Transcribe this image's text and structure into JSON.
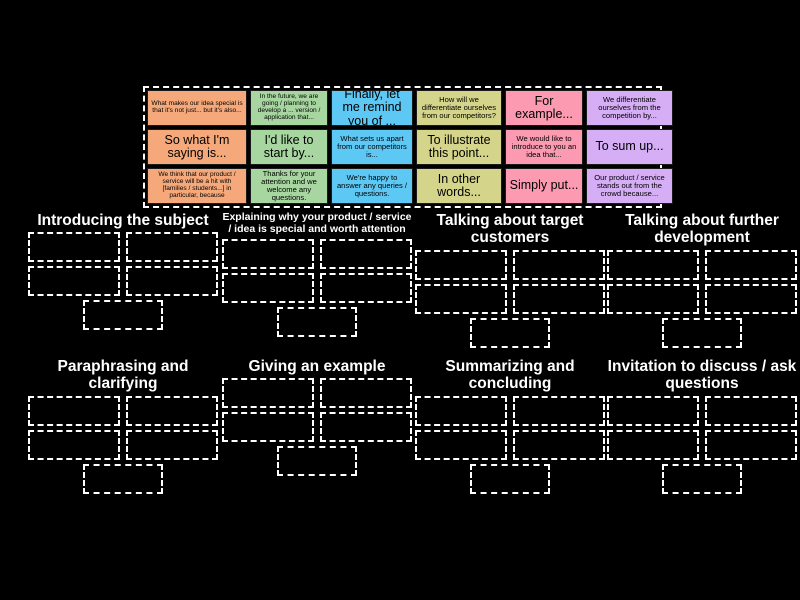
{
  "page": {
    "background_color": "#000000",
    "title": "Presentation phrases sorting activity"
  },
  "tile_bank": {
    "border_color": "#ffffff",
    "columns": [
      {
        "color": "#f5a97a",
        "tiles": [
          {
            "text": "What makes our idea special is that it's not just... but it's also...",
            "size": "small"
          },
          {
            "text": "So what I'm saying is...",
            "size": "big"
          },
          {
            "text": "We think that our product / service will be a hit with [families / students...] in particular, because",
            "size": "small"
          }
        ]
      },
      {
        "color": "#a7d6a0",
        "tiles": [
          {
            "text": "In the future, we are going / planning to develop a ... version / application that...",
            "size": "small"
          },
          {
            "text": "I'd like to start by...",
            "size": "big"
          },
          {
            "text": "Thanks for your attention and we welcome any questions.",
            "size": "mid"
          }
        ]
      },
      {
        "color": "#5ec8f5",
        "tiles": [
          {
            "text": "Finally, let me remind you of ...",
            "size": "big"
          },
          {
            "text": "What sets us apart from our competitors is...",
            "size": "mid"
          },
          {
            "text": "We're happy to answer any queries / questions.",
            "size": "mid"
          }
        ]
      },
      {
        "color": "#d4d48a",
        "tiles": [
          {
            "text": "How will we differentiate ourselves from our competitors?",
            "size": "mid"
          },
          {
            "text": "To illustrate this point...",
            "size": "big"
          },
          {
            "text": "In other words...",
            "size": "big"
          }
        ]
      },
      {
        "color": "#fb9ab0",
        "tiles": [
          {
            "text": "For example...",
            "size": "big"
          },
          {
            "text": "We would like to introduce to you an idea that...",
            "size": "mid"
          },
          {
            "text": "Simply put...",
            "size": "big"
          }
        ]
      },
      {
        "color": "#d5aef5",
        "tiles": [
          {
            "text": "We differentiate ourselves from the competition by...",
            "size": "mid"
          },
          {
            "text": "To sum up...",
            "size": "big"
          },
          {
            "text": "Our product / service stands out from the crowd because...",
            "size": "mid"
          }
        ]
      }
    ]
  },
  "groups": [
    {
      "title": "Introducing the subject",
      "title_size": "t-lg",
      "zone_count": 5
    },
    {
      "title": "Explaining why your product / service / idea is special and worth attention",
      "title_size": "t-sm",
      "zone_count": 5
    },
    {
      "title": "Talking about target customers",
      "title_size": "t-lg",
      "zone_count": 5
    },
    {
      "title": "Talking about further development",
      "title_size": "t-lg",
      "zone_count": 5
    },
    {
      "title": "Paraphrasing and clarifying",
      "title_size": "t-lg",
      "zone_count": 5
    },
    {
      "title": "Giving an example",
      "title_size": "t-lg",
      "zone_count": 5
    },
    {
      "title": "Summarizing and concluding",
      "title_size": "t-lg",
      "zone_count": 5
    },
    {
      "title": "Invitation to discuss / ask questions",
      "title_size": "t-lg",
      "zone_count": 5
    }
  ]
}
